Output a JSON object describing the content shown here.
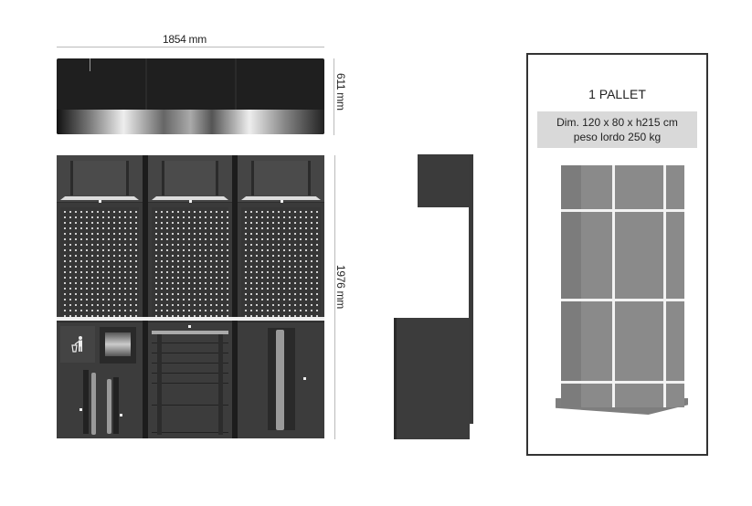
{
  "dimensions": {
    "width": "1854 mm",
    "top_height": "611 mm",
    "total_height": "1976 mm"
  },
  "pallet": {
    "title": "1 PALLET",
    "dimensions": "Dim. 120 x 80 x h215 cm",
    "weight": "peso lordo 250 kg"
  },
  "icons": {
    "trash": "recycle-bin-icon"
  },
  "colors": {
    "cabinet": "#3a3a3a",
    "crate": "#8a8a8a",
    "info_bg": "#d9d9d9"
  }
}
